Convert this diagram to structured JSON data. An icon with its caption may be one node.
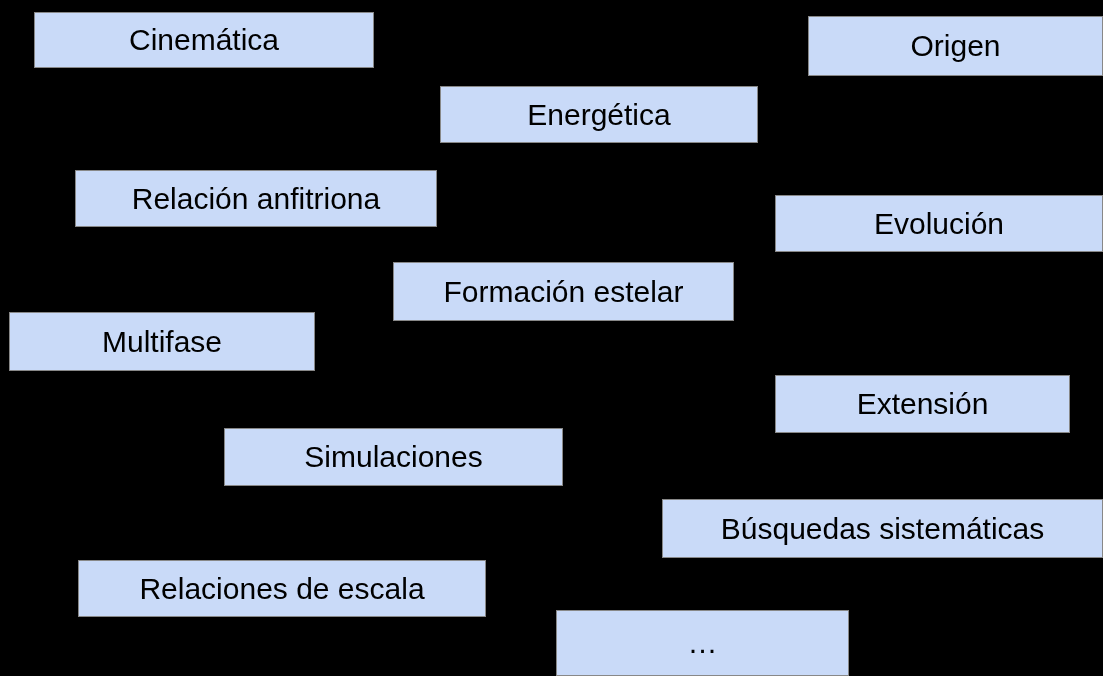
{
  "diagram": {
    "nodes": [
      {
        "text": [
          "Cinemática"
        ]
      },
      {
        "text": [
          "Origen"
        ]
      },
      {
        "text": [
          "Energética"
        ]
      },
      {
        "text": [
          "Relación anfitriona"
        ]
      },
      {
        "text": [
          "Evolución"
        ]
      },
      {
        "text": [
          "Formación estelar"
        ]
      },
      {
        "text": [
          "Multifase"
        ]
      },
      {
        "text": [
          "Extensión"
        ]
      },
      {
        "text": [
          "Simulaciones"
        ]
      },
      {
        "text": [
          "Búsquedas sistemáticas"
        ]
      },
      {
        "text": [
          "Relaciones de escala"
        ]
      },
      {
        "text": [
          "…"
        ]
      }
    ]
  }
}
